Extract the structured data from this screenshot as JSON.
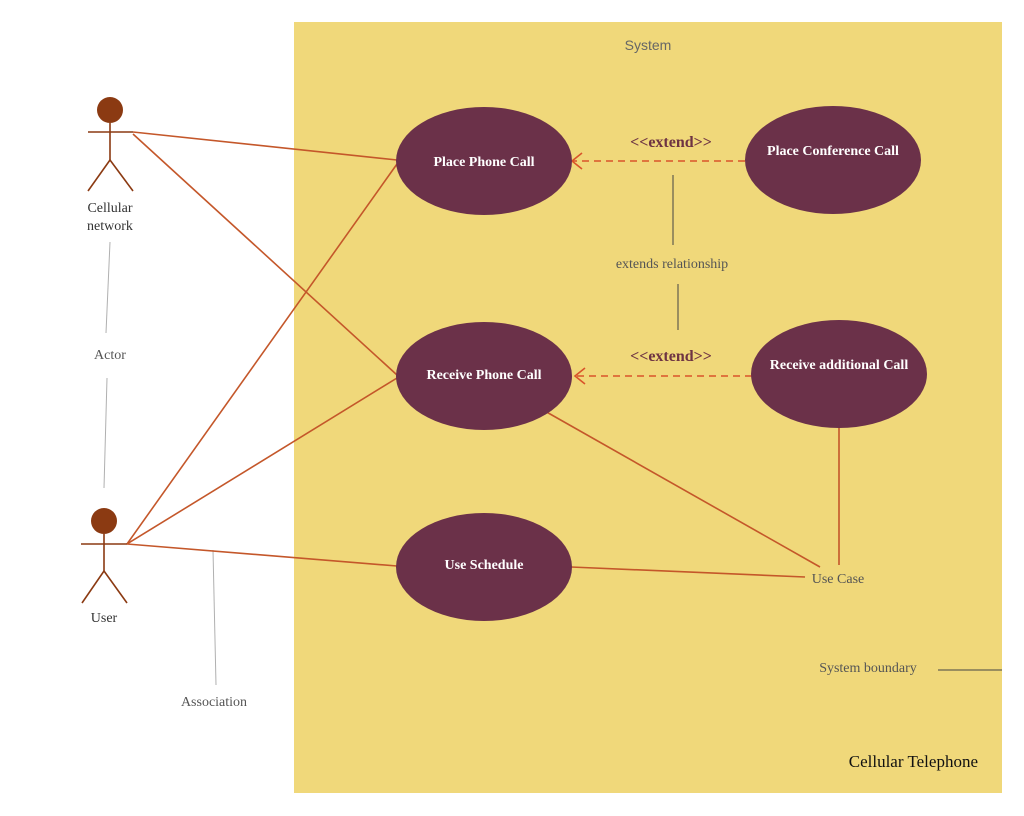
{
  "system": {
    "title": "System",
    "name": "Cellular Telephone"
  },
  "actors": {
    "network": {
      "label_line1": "Cellular",
      "label_line2": "network"
    },
    "user": {
      "label": "User"
    }
  },
  "use_cases": {
    "place_call": "Place Phone Call",
    "conference_call": "Place Conference Call",
    "receive_call": "Receive Phone Call",
    "additional_call": "Receive additional Call",
    "use_schedule": "Use Schedule"
  },
  "stereotypes": {
    "extend_top": "<<extend>>",
    "extend_bottom": "<<extend>>"
  },
  "annotations": {
    "actor": "Actor",
    "association": "Association",
    "extends_relationship": "extends relationship",
    "use_case": "Use Case",
    "system_boundary": "System boundary"
  },
  "colors": {
    "system_fill": "#f0d87a",
    "use_case_fill": "#6b3149",
    "association_line": "#c4572a",
    "actor_color": "#8b3a12",
    "annotation_line": "#a9a9a9"
  }
}
